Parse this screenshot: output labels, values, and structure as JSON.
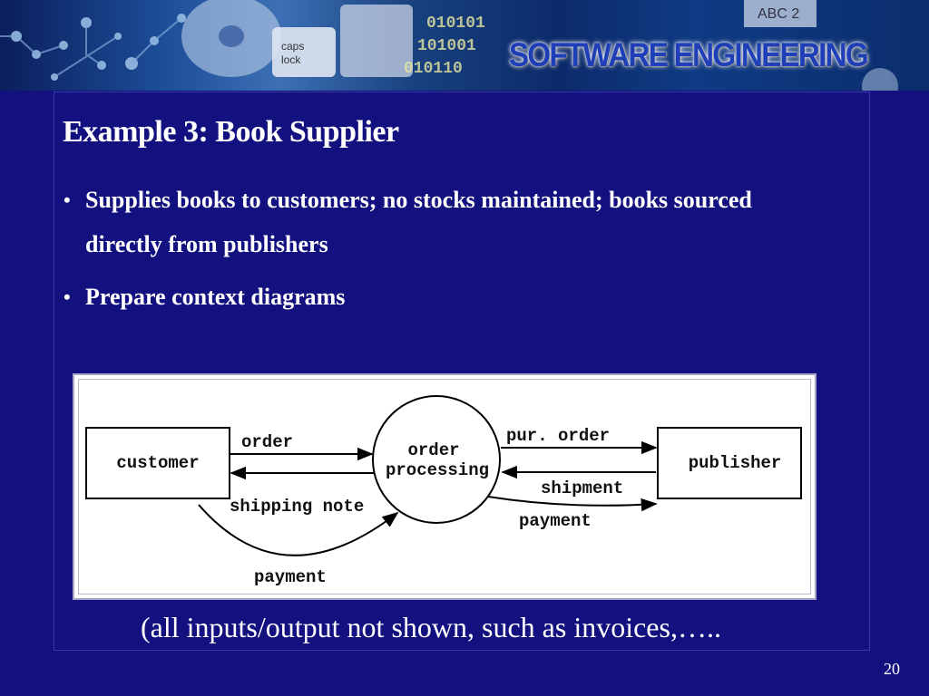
{
  "header": {
    "banner_title": "SOFTWARE ENGINEERING"
  },
  "slide": {
    "title": "Example 3: Book Supplier",
    "bullets": [
      "Supplies books to customers; no stocks maintained; books sourced directly from publishers",
      "Prepare context diagrams"
    ],
    "caption": "(all inputs/output not shown, such as invoices,…..",
    "page_number": "20"
  },
  "diagram": {
    "entities": {
      "left": "customer",
      "right": "publisher"
    },
    "process": [
      "order",
      "processing"
    ],
    "flows": {
      "order": "order",
      "shipping_note": "shipping note",
      "payment_customer": "payment",
      "pur_order": "pur. order",
      "shipment": "shipment",
      "payment_publisher": "payment"
    }
  }
}
